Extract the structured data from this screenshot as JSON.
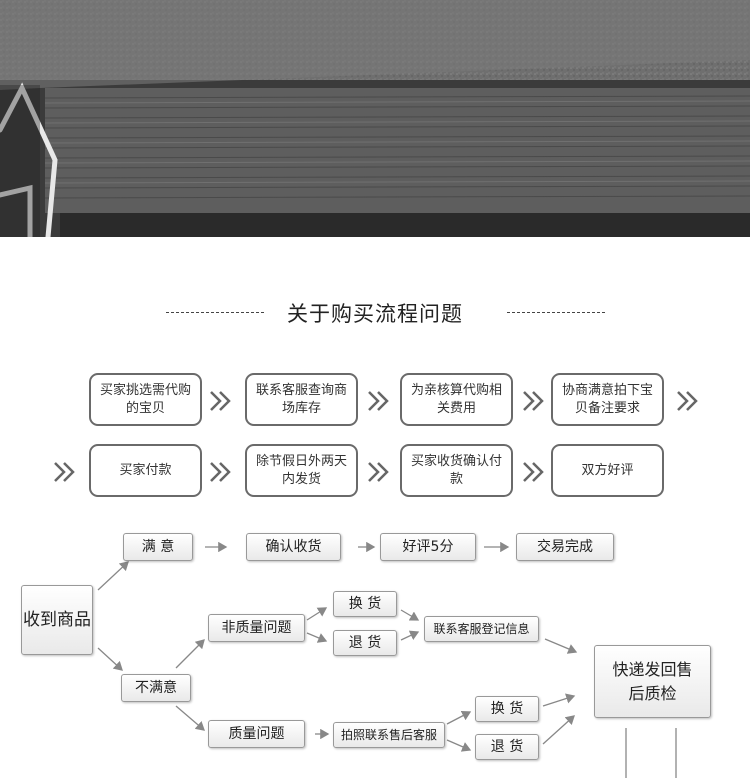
{
  "title": "关于购买流程问题",
  "steps": [
    "买家挑选需代购的宝贝",
    "联系客服查询商场库存",
    "为亲核算代购相关费用",
    "协商满意拍下宝贝备注要求",
    "买家付款",
    "除节假日外两天内发货",
    "买家收货确认付款",
    "双方好评"
  ],
  "flow": {
    "received": "收到商品",
    "satisfied": "满 意",
    "confirm": "确认收货",
    "good_review": "好评5分",
    "complete": "交易完成",
    "unsatisfied": "不满意",
    "non_quality": "非质量问题",
    "exchange_1": "换 货",
    "return_1": "退 货",
    "contact_service": "联系客服登记信息",
    "quality": "质量问题",
    "photo_contact": "拍照联系售后客服",
    "exchange_2": "换 货",
    "return_2": "退 货",
    "express_back": "快递发回售后质检"
  }
}
